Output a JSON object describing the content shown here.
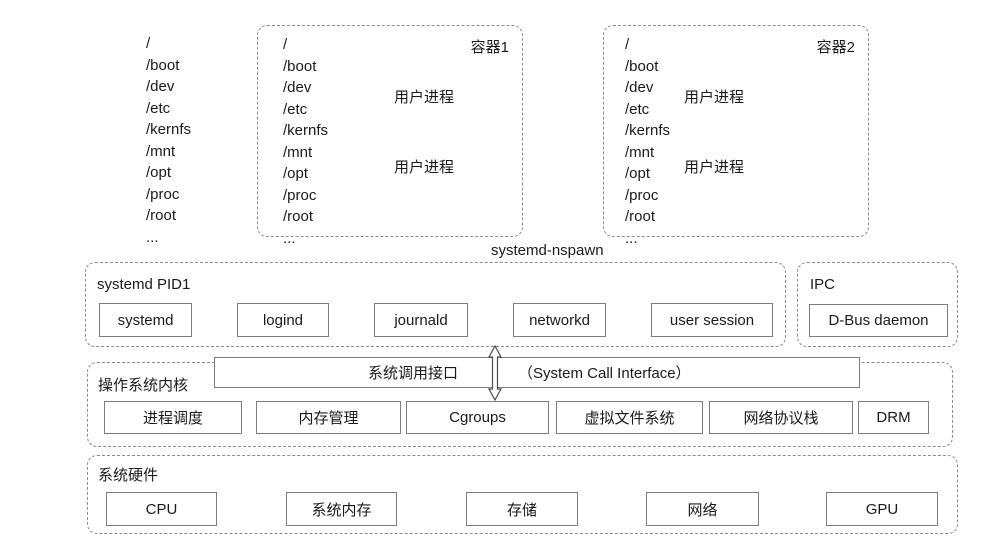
{
  "host": {
    "paths": [
      "/",
      "/boot",
      "/dev",
      "/etc",
      "/kernfs",
      "/mnt",
      "/opt",
      "/proc",
      "/root",
      "..."
    ]
  },
  "container1": {
    "label": "容器1",
    "paths": [
      "/",
      "/boot",
      "/dev",
      "/etc",
      "/kernfs",
      "/mnt",
      "/opt",
      "/proc",
      "/root",
      "..."
    ],
    "proc1": "用户进程",
    "proc2": "用户进程"
  },
  "container2": {
    "label": "容器2",
    "paths": [
      "/",
      "/boot",
      "/dev",
      "/etc",
      "/kernfs",
      "/mnt",
      "/opt",
      "/proc",
      "/root",
      "..."
    ],
    "proc1": "用户进程",
    "proc2": "用户进程"
  },
  "nspawn_label": "systemd-nspawn",
  "pid1": {
    "title": "systemd PID1",
    "services": [
      "systemd",
      "logind",
      "journald",
      "networkd",
      "user session"
    ]
  },
  "ipc": {
    "title": "IPC",
    "daemon": "D-Bus daemon"
  },
  "kernel": {
    "title": "操作系统内核",
    "syscall_cn": "系统调用接口",
    "syscall_en": "（System Call Interface）",
    "subsystems": [
      "进程调度",
      "内存管理",
      "Cgroups",
      "虚拟文件系统",
      "网络协议栈",
      "DRM"
    ]
  },
  "hardware": {
    "title": "系统硬件",
    "components": [
      "CPU",
      "系统内存",
      "存储",
      "网络",
      "GPU"
    ]
  },
  "colors": {
    "text": "#1a1a1a",
    "solid_border": "#7d7d7d",
    "dashed_border": "#8c8c8c",
    "background": "#ffffff"
  }
}
